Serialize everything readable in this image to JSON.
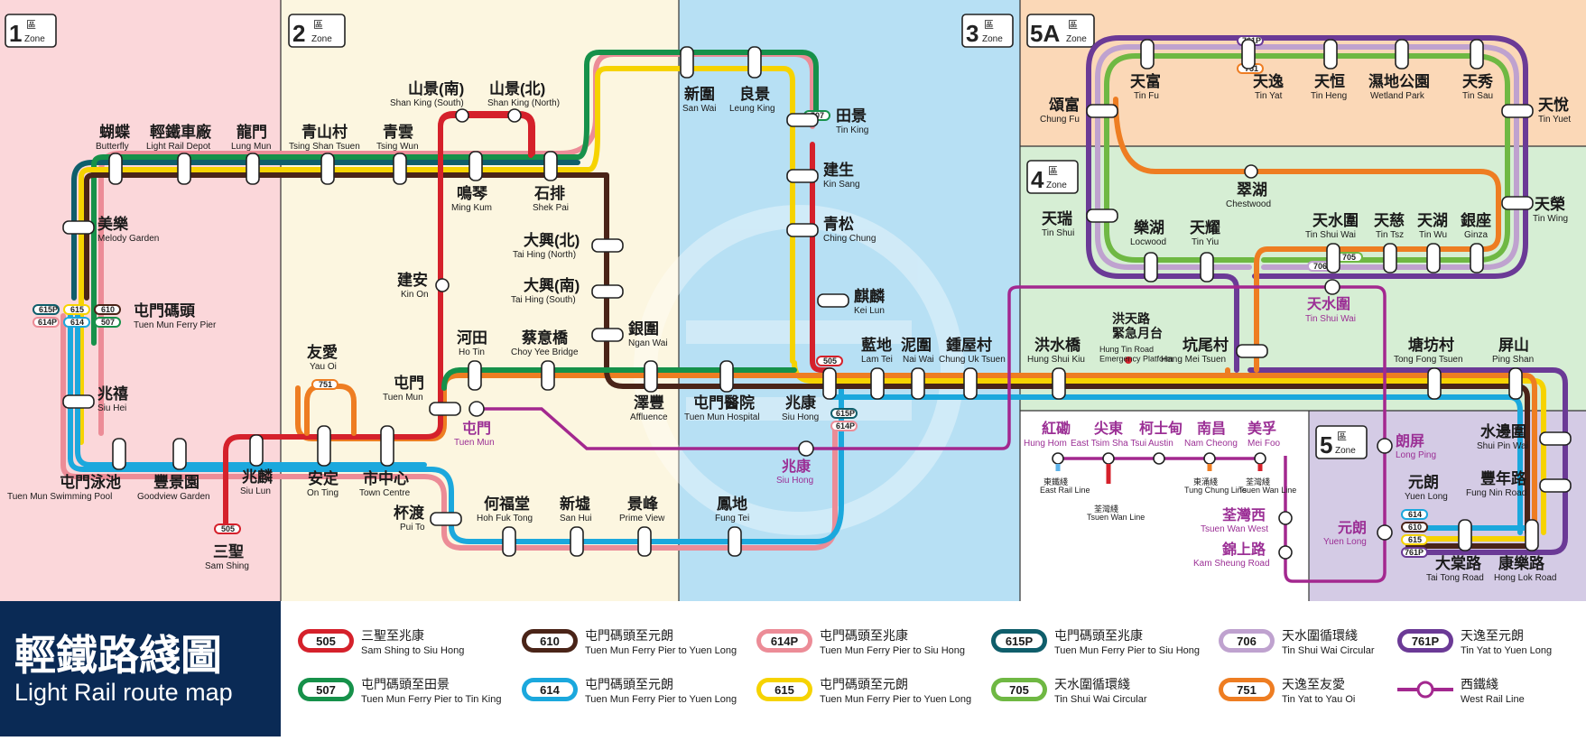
{
  "title": {
    "zh": "輕鐵路綫圖",
    "en": "Light Rail route map"
  },
  "colors": {
    "r505": "#d5212b",
    "r507": "#16914a",
    "r610": "#4a2418",
    "r614": "#1ba8dd",
    "r614P": "#ec8c97",
    "r615": "#f6d300",
    "r615P": "#0f5e6b",
    "r705": "#6fb843",
    "r706": "#bfa2cf",
    "r751": "#ee7d22",
    "r761P": "#6b3a96",
    "westRail": "#a3288f",
    "zone1": "#fbd7da",
    "zone2": "#fcf6e0",
    "zone3": "#b7e0f4",
    "zone4": "#d6eed4",
    "zone5A": "#fbd8b7",
    "zone5": "#d4cbe5",
    "legendBar": "#0a2a55"
  },
  "zones": [
    {
      "num": "1",
      "zh": "區",
      "en": "Zone"
    },
    {
      "num": "2",
      "zh": "區",
      "en": "Zone"
    },
    {
      "num": "3",
      "zh": "區",
      "en": "Zone"
    },
    {
      "num": "5A",
      "zh": "區",
      "en": "Zone"
    },
    {
      "num": "4",
      "zh": "區",
      "en": "Zone"
    },
    {
      "num": "5",
      "zh": "區",
      "en": "Zone"
    }
  ],
  "stations": {
    "butterfly": {
      "zh": "蝴蝶",
      "en": "Butterfly"
    },
    "lightRailDepot": {
      "zh": "輕鐵車廠",
      "en": "Light Rail Depot"
    },
    "lungMun": {
      "zh": "龍門",
      "en": "Lung Mun"
    },
    "tsingShanTsuen": {
      "zh": "青山村",
      "en": "Tsing Shan Tsuen"
    },
    "tsingWun": {
      "zh": "青雲",
      "en": "Tsing Wun"
    },
    "shanKingS": {
      "zh": "山景(南)",
      "en": "Shan King (South)"
    },
    "shanKingN": {
      "zh": "山景(北)",
      "en": "Shan King (North)"
    },
    "mingKum": {
      "zh": "鳴琴",
      "en": "Ming Kum"
    },
    "shekPai": {
      "zh": "石排",
      "en": "Shek Pai"
    },
    "sanWai": {
      "zh": "新圍",
      "en": "San Wai"
    },
    "leungKing": {
      "zh": "良景",
      "en": "Leung King"
    },
    "tinKing": {
      "zh": "田景",
      "en": "Tin King"
    },
    "kinSang": {
      "zh": "建生",
      "en": "Kin Sang"
    },
    "chingChung": {
      "zh": "青松",
      "en": "Ching Chung"
    },
    "keiLun": {
      "zh": "麒麟",
      "en": "Kei Lun"
    },
    "melodyGarden": {
      "zh": "美樂",
      "en": "Melody Garden"
    },
    "tuenMunFerryPier": {
      "zh": "屯門碼頭",
      "en": "Tuen Mun Ferry Pier"
    },
    "siuHei": {
      "zh": "兆禧",
      "en": "Siu Hei"
    },
    "tuenMunSwimmingPool": {
      "zh": "屯門泳池",
      "en": "Tuen Mun Swimming Pool"
    },
    "goodviewGarden": {
      "zh": "豐景園",
      "en": "Goodview Garden"
    },
    "siuLun": {
      "zh": "兆麟",
      "en": "Siu Lun"
    },
    "samShing": {
      "zh": "三聖",
      "en": "Sam Shing"
    },
    "onTing": {
      "zh": "安定",
      "en": "On Ting"
    },
    "townCentre": {
      "zh": "市中心",
      "en": "Town Centre"
    },
    "yauOi": {
      "zh": "友愛",
      "en": "Yau Oi"
    },
    "tuenMun": {
      "zh": "屯門",
      "en": "Tuen Mun"
    },
    "tuenMunWR": {
      "zh": "屯門",
      "en": "Tuen Mun"
    },
    "kinOn": {
      "zh": "建安",
      "en": "Kin On"
    },
    "hoTin": {
      "zh": "河田",
      "en": "Ho Tin"
    },
    "choyYeeBridge": {
      "zh": "蔡意橋",
      "en": "Choy Yee Bridge"
    },
    "taiHingN": {
      "zh": "大興(北)",
      "en": "Tai Hing (North)"
    },
    "taiHingS": {
      "zh": "大興(南)",
      "en": "Tai Hing (South)"
    },
    "nganWai": {
      "zh": "銀圍",
      "en": "Ngan Wai"
    },
    "affluence": {
      "zh": "澤豐",
      "en": "Affluence"
    },
    "tuenMunHospital": {
      "zh": "屯門醫院",
      "en": "Tuen Mun Hospital"
    },
    "siuHong": {
      "zh": "兆康",
      "en": "Siu Hong"
    },
    "siuHongWR": {
      "zh": "兆康",
      "en": "Siu Hong"
    },
    "puiTo": {
      "zh": "杯渡",
      "en": "Pui To"
    },
    "hohFukTong": {
      "zh": "何福堂",
      "en": "Hoh Fuk Tong"
    },
    "sanHui": {
      "zh": "新墟",
      "en": "San Hui"
    },
    "primeView": {
      "zh": "景峰",
      "en": "Prime View"
    },
    "fungTei": {
      "zh": "鳳地",
      "en": "Fung Tei"
    },
    "lamTei": {
      "zh": "藍地",
      "en": "Lam Tei"
    },
    "naiWai": {
      "zh": "泥圍",
      "en": "Nai Wai"
    },
    "chungUkTsuen": {
      "zh": "鍾屋村",
      "en": "Chung Uk Tsuen"
    },
    "hungShuiKiu": {
      "zh": "洪水橋",
      "en": "Hung Shui Kiu"
    },
    "hungTinRoad": {
      "zh": "洪天路\n緊急月台",
      "en": "Hung Tin Road\nEmergency Platform"
    },
    "hangMeiTsuen": {
      "zh": "坑尾村",
      "en": "Hang Mei Tsuen"
    },
    "tongFongTsuen": {
      "zh": "塘坊村",
      "en": "Tong Fong Tsuen"
    },
    "pingShan": {
      "zh": "屏山",
      "en": "Ping Shan"
    },
    "shuiPinWai": {
      "zh": "水邊圍",
      "en": "Shui Pin Wai"
    },
    "fungNinRoad": {
      "zh": "豐年路",
      "en": "Fung Nin Road"
    },
    "hongLokRoad": {
      "zh": "康樂路",
      "en": "Hong Lok Road"
    },
    "taiTongRoad": {
      "zh": "大棠路",
      "en": "Tai Tong Road"
    },
    "yuenLong": {
      "zh": "元朗",
      "en": "Yuen Long"
    },
    "yuenLongWR": {
      "zh": "元朗",
      "en": "Yuen Long"
    },
    "longPing": {
      "zh": "朗屏",
      "en": "Long Ping"
    },
    "tinShuiWaiWR": {
      "zh": "天水圍",
      "en": "Tin Shui Wai"
    },
    "tinShuiWai": {
      "zh": "天水圍",
      "en": "Tin Shui Wai"
    },
    "chungFu": {
      "zh": "頌富",
      "en": "Chung Fu"
    },
    "tinFu": {
      "zh": "天富",
      "en": "Tin Fu"
    },
    "tinYat": {
      "zh": "天逸",
      "en": "Tin Yat"
    },
    "tinHeng": {
      "zh": "天恒",
      "en": "Tin Heng"
    },
    "wetlandPark": {
      "zh": "濕地公園",
      "en": "Wetland Park"
    },
    "tinSau": {
      "zh": "天秀",
      "en": "Tin Sau"
    },
    "tinYuet": {
      "zh": "天悅",
      "en": "Tin Yuet"
    },
    "tinWing": {
      "zh": "天榮",
      "en": "Tin Wing"
    },
    "chestwood": {
      "zh": "翠湖",
      "en": "Chestwood"
    },
    "tinShui": {
      "zh": "天瑞",
      "en": "Tin Shui"
    },
    "locwood": {
      "zh": "樂湖",
      "en": "Locwood"
    },
    "tinYiu": {
      "zh": "天耀",
      "en": "Tin Yiu"
    },
    "tinTsz": {
      "zh": "天慈",
      "en": "Tin Tsz"
    },
    "tinWu": {
      "zh": "天湖",
      "en": "Tin Wu"
    },
    "ginza": {
      "zh": "銀座",
      "en": "Ginza"
    },
    "hungHom": {
      "zh": "紅磡",
      "en": "Hung Hom"
    },
    "eastTsimShaTsui": {
      "zh": "尖東",
      "en": "East Tsim Sha Tsui"
    },
    "austin": {
      "zh": "柯士甸",
      "en": "Austin"
    },
    "namCheong": {
      "zh": "南昌",
      "en": "Nam Cheong"
    },
    "meiFoo": {
      "zh": "美孚",
      "en": "Mei Foo"
    },
    "tsuenWanWest": {
      "zh": "荃灣西",
      "en": "Tsuen Wan West"
    },
    "kamSheungRoad": {
      "zh": "錦上路",
      "en": "Kam Sheung Road"
    }
  },
  "interchanges": {
    "eastRail": {
      "zh": "東鐵綫",
      "en": "East Rail Line"
    },
    "tsuenWan1": {
      "zh": "荃灣綫",
      "en": "Tsuen Wan Line"
    },
    "tungChung": {
      "zh": "東涌綫",
      "en": "Tung Chung Line"
    },
    "tsuenWan2": {
      "zh": "荃灣綫",
      "en": "Tsuen Wan Line"
    }
  },
  "badges": {
    "b615P": "615P",
    "b615": "615",
    "b610": "610",
    "b614P": "614P",
    "b614": "614",
    "b507": "507",
    "b751": "751",
    "b505a": "505",
    "b505b": "505",
    "b507b": "507",
    "b615Pb": "615P",
    "b614Pb": "614P",
    "b761Pa": "761P",
    "b751b": "751",
    "b706": "706",
    "b705": "705",
    "b614c": "614",
    "b610c": "610",
    "b615c": "615",
    "b761Pc": "761P"
  },
  "legend": [
    {
      "route": "505",
      "colorKey": "r505",
      "zh": "三聖至兆康",
      "en": "Sam Shing to Siu Hong"
    },
    {
      "route": "610",
      "colorKey": "r610",
      "zh": "屯門碼頭至元朗",
      "en": "Tuen Mun Ferry Pier to Yuen Long"
    },
    {
      "route": "614P",
      "colorKey": "r614P",
      "zh": "屯門碼頭至兆康",
      "en": "Tuen Mun Ferry Pier to Siu Hong"
    },
    {
      "route": "615P",
      "colorKey": "r615P",
      "zh": "屯門碼頭至兆康",
      "en": "Tuen Mun Ferry Pier to Siu Hong"
    },
    {
      "route": "706",
      "colorKey": "r706",
      "zh": "天水圍循環綫",
      "en": "Tin Shui Wai Circular"
    },
    {
      "route": "761P",
      "colorKey": "r761P",
      "zh": "天逸至元朗",
      "en": "Tin Yat to Yuen Long"
    },
    {
      "route": "507",
      "colorKey": "r507",
      "zh": "屯門碼頭至田景",
      "en": "Tuen Mun Ferry Pier to Tin King"
    },
    {
      "route": "614",
      "colorKey": "r614",
      "zh": "屯門碼頭至元朗",
      "en": "Tuen Mun Ferry Pier to Yuen Long"
    },
    {
      "route": "615",
      "colorKey": "r615",
      "zh": "屯門碼頭至元朗",
      "en": "Tuen Mun Ferry Pier to Yuen Long"
    },
    {
      "route": "705",
      "colorKey": "r705",
      "zh": "天水圍循環綫",
      "en": "Tin Shui Wai Circular"
    },
    {
      "route": "751",
      "colorKey": "r751",
      "zh": "天逸至友愛",
      "en": "Tin Yat to Yau Oi"
    },
    {
      "route": "",
      "colorKey": "westRail",
      "zh": "西鐵綫",
      "en": "West Rail Line"
    }
  ]
}
